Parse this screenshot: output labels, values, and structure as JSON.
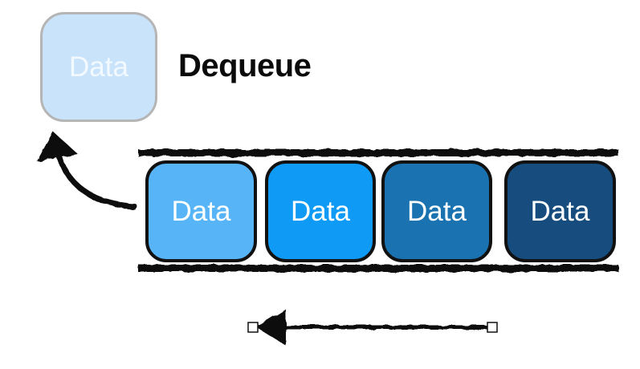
{
  "diagram": {
    "title": "Dequeue",
    "dequeued_item": {
      "label": "Data"
    },
    "queue_items": [
      {
        "label": "Data"
      },
      {
        "label": "Data"
      },
      {
        "label": "Data"
      },
      {
        "label": "Data"
      }
    ],
    "colors": {
      "dequeued_fill": "#C9E3FB",
      "dequeued_border": "#B5B5B5",
      "dequeued_text": "#F2F9FF",
      "item_text": "#FFFFFF",
      "item_fills": [
        "#57B5F7",
        "#0F9BF5",
        "#1A73B0",
        "#164C7E"
      ],
      "ink": "#111111"
    }
  }
}
